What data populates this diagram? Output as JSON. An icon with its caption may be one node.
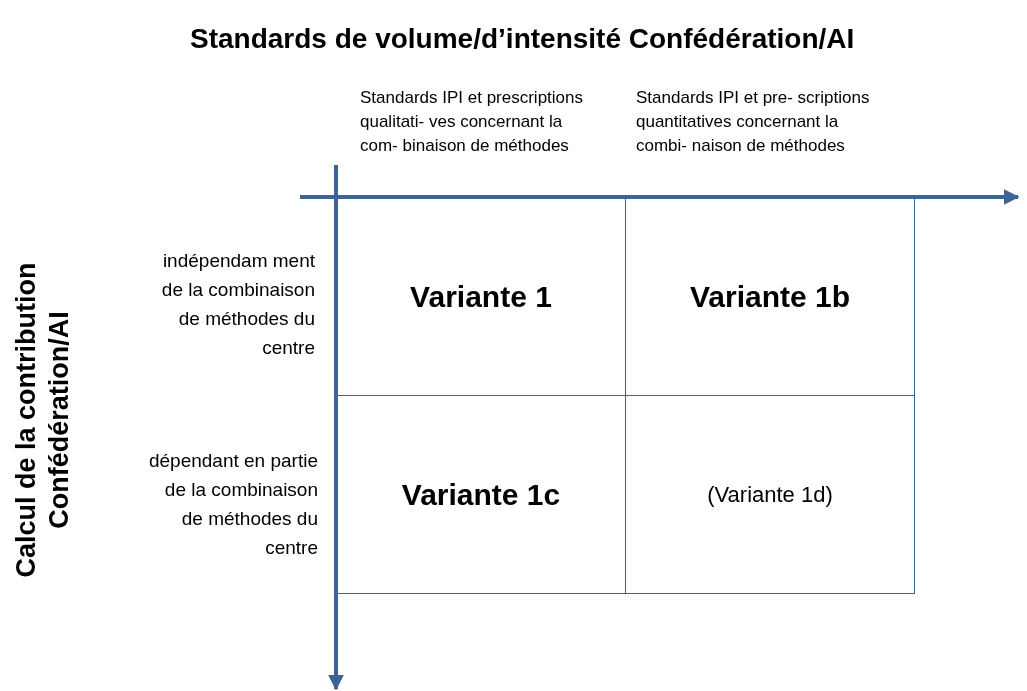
{
  "diagram": {
    "title": "Standards de volume/d’intensité Confédération/AI",
    "nodes": [
      {
        "text": [
          "Variante 1"
        ]
      },
      {
        "text": [
          "Variante 1b"
        ]
      },
      {
        "text": [
          "Variante 1c"
        ]
      },
      {
        "text": [
          "(Variante 1d)"
        ]
      }
    ],
    "labels": [
      "Standards IPI et prescriptions qualitati- ves concernant la com- binaison de méthodes",
      "Standards IPI et pre- scriptions quantitatives concernant la combi- naison de méthodes",
      "indépendam ment de la combinaison de méthodes du centre",
      "dépendant en partie de la combinaison de méthodes du centre",
      "Calcul de la contribution Confédération/AI"
    ]
  }
}
